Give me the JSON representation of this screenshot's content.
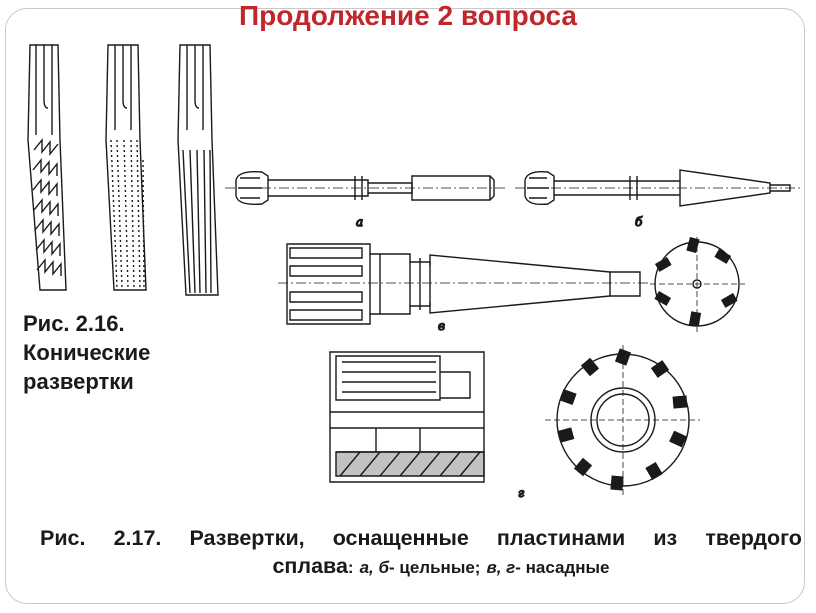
{
  "slide": {
    "title": "Продолжение 2 вопроса"
  },
  "figure_216": {
    "caption_lines": [
      "Рис. 2.16.",
      "Конические",
      "развертки"
    ]
  },
  "figure_217": {
    "caption_words": [
      "Рис.",
      "2.17.",
      "Развертки,",
      "оснащенные",
      "пластинами",
      "из",
      "твердого"
    ],
    "caption_line2": {
      "main": "сплава",
      "colon": ":",
      "part1_letters": "а, б",
      "part1_text": "- цельные;",
      "part2_letters": "в, г",
      "part2_text": "- насадные"
    },
    "drawing_labels": {
      "a": "а",
      "b": "б",
      "v": "в",
      "g": "г"
    }
  },
  "colors": {
    "title": "#c0272d",
    "frame": "#c8c8c8",
    "ink": "#1a1a1a"
  }
}
